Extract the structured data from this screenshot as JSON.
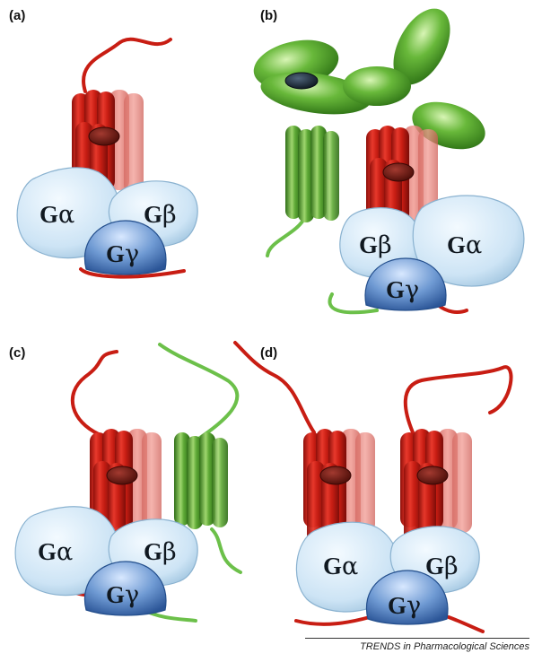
{
  "panels": [
    {
      "id": "a",
      "label": "(a)",
      "subunits": {
        "alpha": "G",
        "alpha_sym": "α",
        "beta": "G",
        "beta_sym": "β",
        "gamma": "G",
        "gamma_sym": "γ"
      }
    },
    {
      "id": "b",
      "label": "(b)",
      "subunits": {
        "alpha": "G",
        "alpha_sym": "α",
        "beta": "G",
        "beta_sym": "β",
        "gamma": "G",
        "gamma_sym": "γ"
      }
    },
    {
      "id": "c",
      "label": "(c)",
      "subunits": {
        "alpha": "G",
        "alpha_sym": "α",
        "beta": "G",
        "beta_sym": "β",
        "gamma": "G",
        "gamma_sym": "γ"
      }
    },
    {
      "id": "d",
      "label": "(d)",
      "subunits": {
        "alpha": "G",
        "alpha_sym": "α",
        "beta": "G",
        "beta_sym": "β",
        "gamma": "G",
        "gamma_sym": "γ"
      }
    }
  ],
  "credit": "TRENDS in Pharmacological Sciences",
  "colors": {
    "receptor_red": "#d42318",
    "receptor_green": "#4f9e2c",
    "g_protein_alpha_beta": "#cfe6f7",
    "g_protein_gamma": "#3f6fb3",
    "ligand": "#1b2a3a"
  }
}
